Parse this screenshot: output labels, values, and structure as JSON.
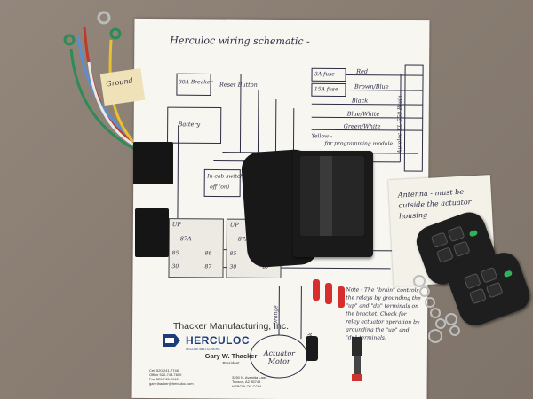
{
  "schematic": {
    "title": "Herculoc wiring schematic -",
    "breaker": "30A Breaker",
    "reset": "Reset Button",
    "battery": "Battery",
    "fuse_3a": "3A fuse",
    "fuse_15a": "15A fuse",
    "wire_red": "Red",
    "wire_brown_blue": "Brown/Blue",
    "wire_black": "Black",
    "wire_blue_white": "Blue/White",
    "wire_green_white": "Green/White",
    "wire_yellow": "Yellow -",
    "programming": "for programming module",
    "module_label": "Autoloc KL-550 Brain",
    "switch_label": "In-cab switch",
    "switch_state": "off (on)",
    "relay_up_left": "UP",
    "relay_up_right": "UP",
    "relay_87a_left": "87A",
    "relay_87a_right": "87A",
    "pin_85": "85",
    "pin_86": "86",
    "pin_30": "30",
    "pin_87": "87",
    "note_brain": "Note - The \"brain\" controls the relays by grounding the \"up\" and \"dn\" terminals on the bracket. Check for relay actuator operation by grounding the \"up\" and \"dn\" terminals.",
    "actuator": "Actuator Motor",
    "orange": "Orange",
    "black": "Black"
  },
  "ground_tag": "Ground",
  "antenna_note": "Antenna - must be outside the actuator housing",
  "card": {
    "company": "Thacker Manufacturing, Inc.",
    "brand": "HERCULOC",
    "tagline": "SECURE BED COVERS",
    "person": "Gary W. Thacker",
    "role": "President",
    "contact_lines": [
      "Cell 520-241-7746",
      "Office 520-743-7600",
      "Fax 520-743-9942",
      "gary.thacker@herculoc.com"
    ],
    "address_lines": [
      "3250 N. Avenida Lago",
      "Tucson, AZ 85745",
      "HERCULOC.COM"
    ]
  },
  "colors": {
    "wood": "#8a7d72",
    "paper": "#f7f6f1",
    "ink": "#2c2c44",
    "brand_blue": "#1d3d7a",
    "fob_led": "#2fb35a"
  }
}
